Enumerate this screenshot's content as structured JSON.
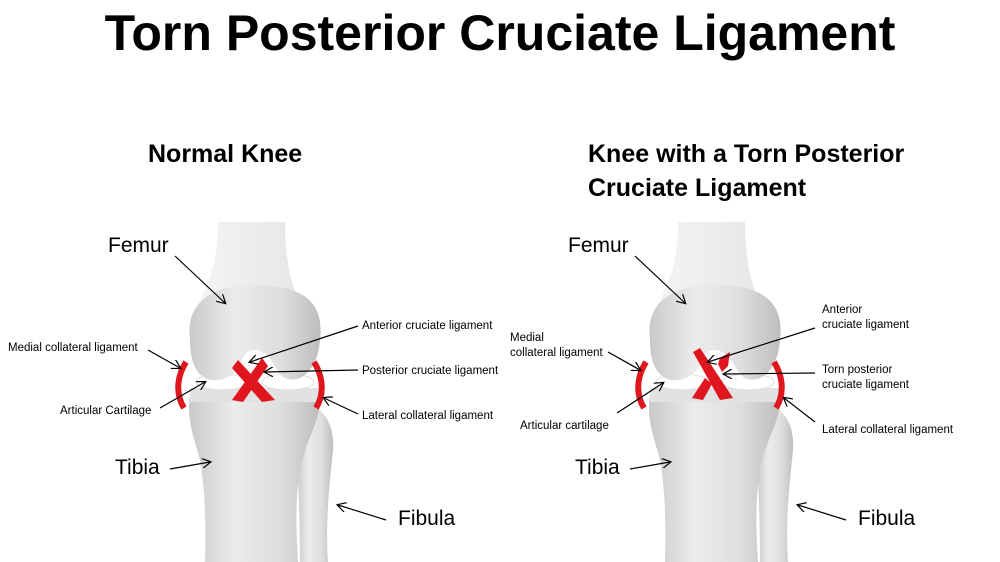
{
  "title": "Torn Posterior Cruciate Ligament",
  "colors": {
    "ligament": "#e0161e",
    "bone": "#dcdcdc"
  },
  "normal": {
    "heading": "Normal Knee",
    "labels": {
      "femur": "Femur",
      "mcl": "Medial collateral ligament",
      "cartilage": "Articular Cartilage",
      "tibia": "Tibia",
      "acl": "Anterior cruciate ligament",
      "pcl": "Posterior cruciate ligament",
      "lcl": "Lateral collateral ligament",
      "fibula": "Fibula"
    }
  },
  "torn": {
    "heading_line1": "Knee with a Torn Posterior",
    "heading_line2": "Cruciate Ligament",
    "labels": {
      "femur": "Femur",
      "mcl_line1": "Medial",
      "mcl_line2": "collateral ligament",
      "cartilage": "Articular cartilage",
      "tibia": "Tibia",
      "acl_line1": "Anterior",
      "acl_line2": "cruciate ligament",
      "pcl_line1": "Torn posterior",
      "pcl_line2": "cruciate ligament",
      "lcl": "Lateral collateral ligament",
      "fibula": "Fibula"
    }
  }
}
